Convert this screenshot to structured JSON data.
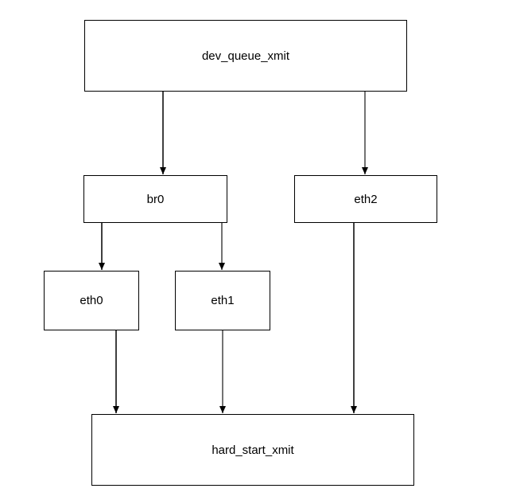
{
  "diagram": {
    "nodes": {
      "dev_queue_xmit": "dev_queue_xmit",
      "br0": "br0",
      "eth2": "eth2",
      "eth0": "eth0",
      "eth1": "eth1",
      "hard_start_xmit": "hard_start_xmit"
    },
    "edges": [
      {
        "from": "dev_queue_xmit",
        "to": "br0"
      },
      {
        "from": "dev_queue_xmit",
        "to": "eth2"
      },
      {
        "from": "br0",
        "to": "eth0"
      },
      {
        "from": "br0",
        "to": "eth1"
      },
      {
        "from": "eth0",
        "to": "hard_start_xmit"
      },
      {
        "from": "eth1",
        "to": "hard_start_xmit"
      },
      {
        "from": "eth2",
        "to": "hard_start_xmit"
      }
    ],
    "edge_color": "#000000"
  }
}
